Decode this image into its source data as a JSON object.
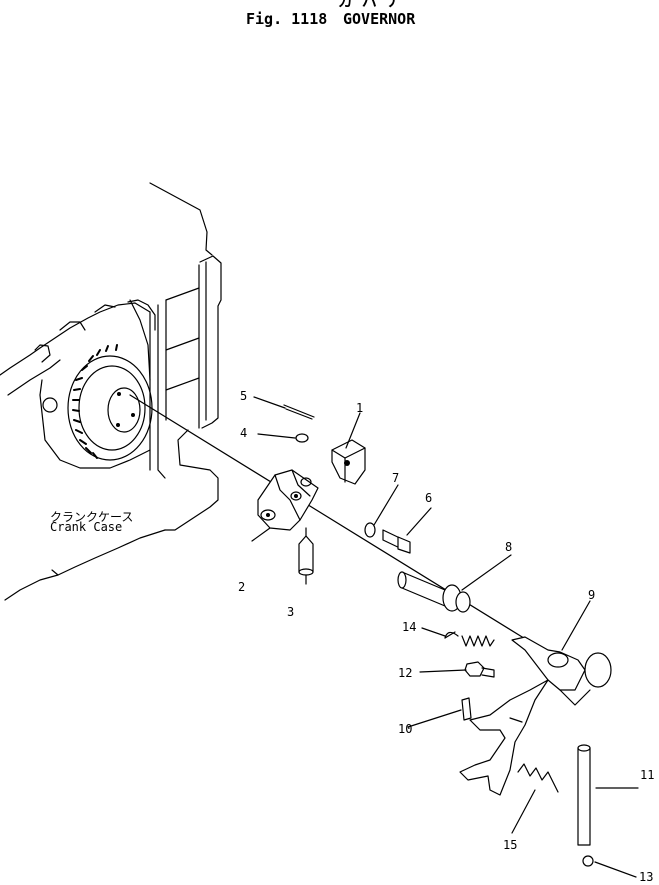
{
  "title": {
    "japanese": "ガ バ ナ",
    "figure": "Fig. 1118",
    "name": "GOVERNOR"
  },
  "crankcase_label": {
    "japanese": "クランクケース",
    "english": "Crank Case"
  },
  "callouts": [
    "1",
    "2",
    "3",
    "4",
    "5",
    "6",
    "7",
    "8",
    "9",
    "10",
    "11",
    "12",
    "13",
    "14",
    "15"
  ]
}
